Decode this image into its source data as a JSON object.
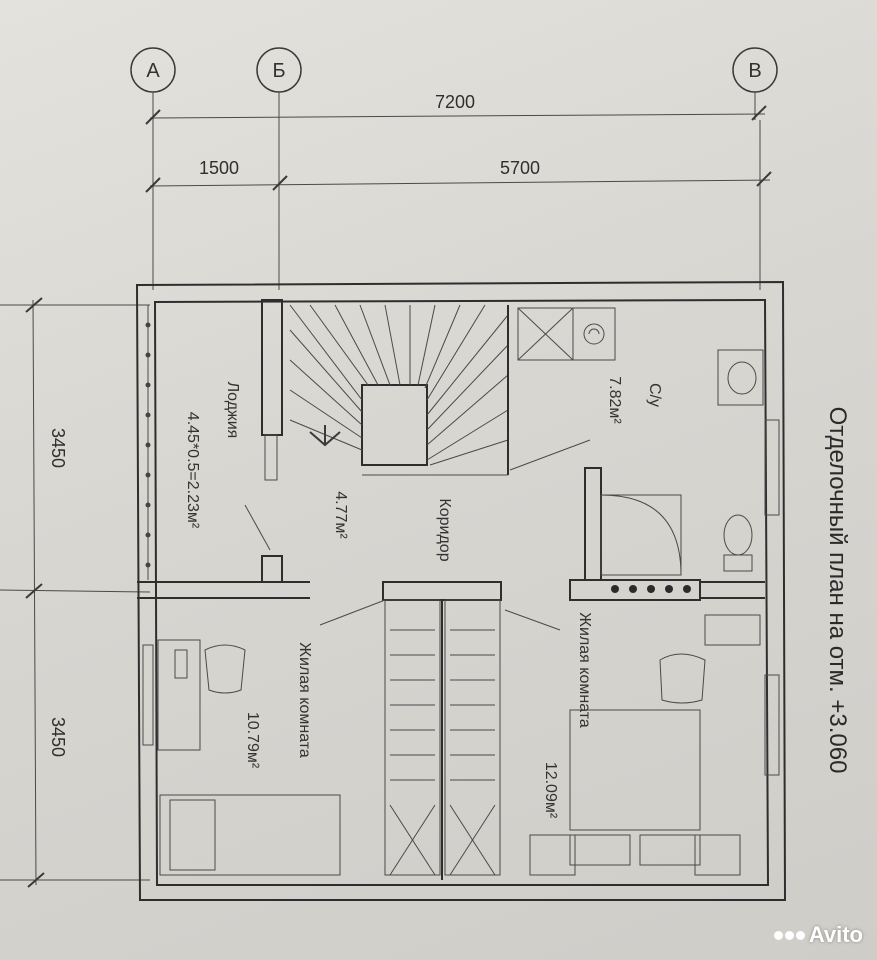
{
  "plan": {
    "title": "Отделочный план на отм. +3.060",
    "axes": [
      "А",
      "Б",
      "В"
    ],
    "dimensions": {
      "total_width": "7200",
      "left_span": "1500",
      "right_span": "5700",
      "upper_height": "3450",
      "lower_height": "3450"
    },
    "rooms": {
      "loggia_name": "Лоджия",
      "loggia_area": "4.45*0.5=2.23м²",
      "corridor_name": "Коридор",
      "corridor_area": "4.77м²",
      "bathroom_name": "С/у",
      "bathroom_area": "7.82м²",
      "living_left_name": "Жилая комната",
      "living_left_area": "10.79м²",
      "living_right_name": "Жилая комната",
      "living_right_area": "12.09м²"
    }
  },
  "watermark": {
    "brand": "Avito"
  },
  "colors": {
    "paper": "#dcdad5",
    "ink": "#333333"
  }
}
